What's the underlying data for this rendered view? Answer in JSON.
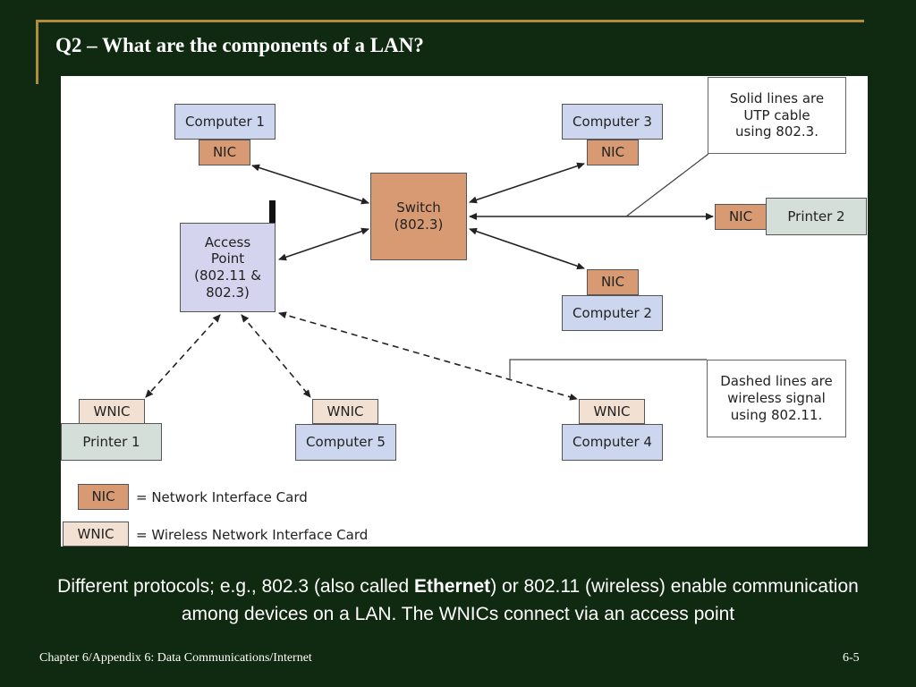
{
  "title": "Q2 – What are the components of a LAN?",
  "diagram": {
    "nodes": {
      "computer1": "Computer 1",
      "computer3": "Computer 3",
      "computer2": "Computer 2",
      "computer4": "Computer 4",
      "computer5": "Computer 5",
      "printer1": "Printer 1",
      "printer2": "Printer 2",
      "switch": [
        "Switch",
        "(802.3)"
      ],
      "access_point": [
        "Access",
        "Point",
        "(802.11 &",
        "802.3)"
      ],
      "nic": "NIC",
      "wnic": "WNIC"
    },
    "notes": {
      "solid": [
        "Solid lines are",
        "UTP cable",
        "using 802.3."
      ],
      "dashed": [
        "Dashed lines are",
        "wireless signal",
        "using 802.11."
      ]
    },
    "legend": {
      "nic_label": "NIC",
      "nic_text": "= Network Interface Card",
      "wnic_label": "WNIC",
      "wnic_text": "= Wireless Network Interface Card"
    }
  },
  "caption": {
    "part1": "Different protocols; e.g., 802.3 (also called ",
    "bold": "Ethernet",
    "part2": ") or 802.11 (wireless) enable communication among devices on a LAN. The WNICs connect via an access point"
  },
  "footer": {
    "left": "Chapter 6/Appendix 6: Data Communications/Internet",
    "right": "6-5"
  },
  "colors": {
    "background": "#0f2a10",
    "accent_rule": "#b08d3a",
    "computer": "#ccd6ee",
    "nic": "#d89a72",
    "wnic": "#f2e0d2",
    "printer": "#d4dfda",
    "access_point": "#d4d4ee"
  }
}
